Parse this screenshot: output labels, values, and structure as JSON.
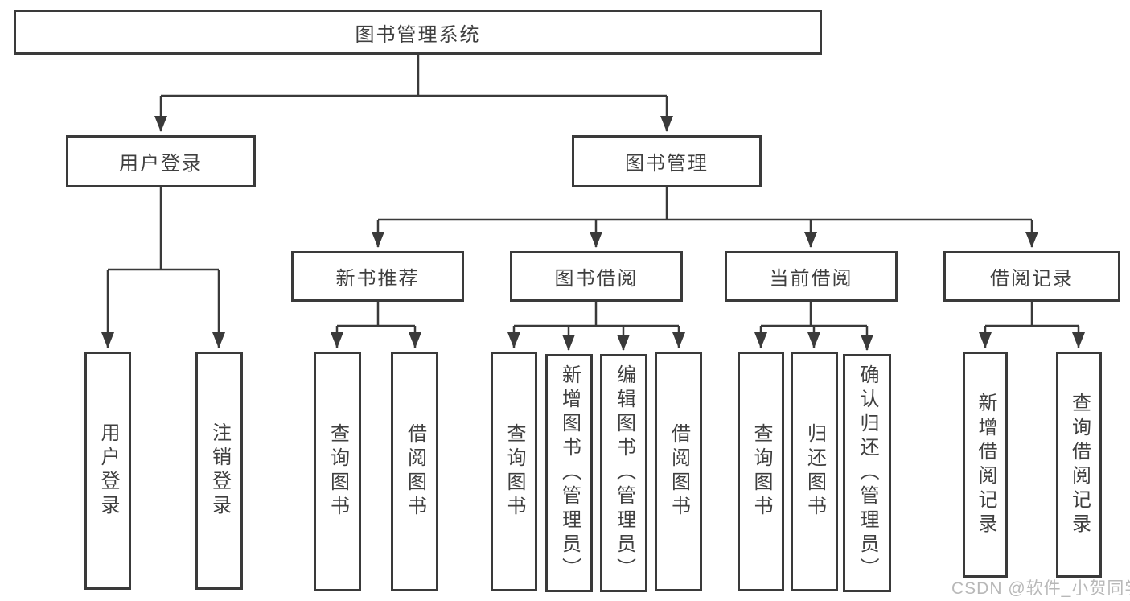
{
  "root": {
    "label": "图书管理系统"
  },
  "branches": [
    {
      "label": "用户登录",
      "children": [
        "用户登录",
        "注销登录"
      ]
    },
    {
      "label": "图书管理"
    }
  ],
  "modules": [
    {
      "label": "新书推荐",
      "children": [
        "查询图书",
        "借阅图书"
      ]
    },
    {
      "label": "图书借阅",
      "children": [
        "查询图书",
        "新增图书（管理员）",
        "编辑图书（管理员）",
        "借阅图书"
      ]
    },
    {
      "label": "当前借阅",
      "children": [
        "查询图书",
        "归还图书",
        "确认归还（管理员）"
      ]
    },
    {
      "label": "借阅记录",
      "children": [
        "新增借阅记录",
        "查询借阅记录"
      ]
    }
  ],
  "watermark": "CSDN @软件_小贺同学",
  "colors": {
    "line": "#3a3a3a",
    "box_border": "#3a3a3a",
    "text": "#3f3f3f",
    "watermark": "#b8b8b8",
    "background": "#ffffff"
  }
}
